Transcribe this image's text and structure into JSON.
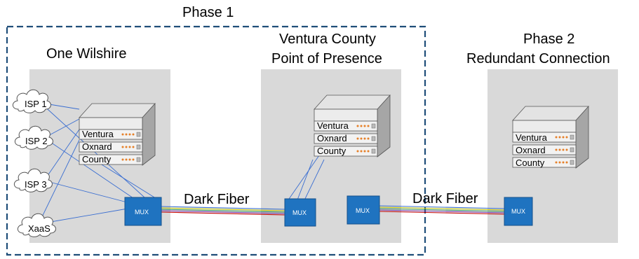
{
  "phase1": {
    "title": "Phase 1"
  },
  "sites": {
    "one_wilshire": {
      "title": "One Wilshire"
    },
    "ventura_pop": {
      "title_line1": "Ventura County",
      "title_line2": "Point of Presence"
    },
    "phase2": {
      "title_line1": "Phase 2",
      "title_line2": "Redundant Connection"
    }
  },
  "clouds": [
    "ISP 1",
    "ISP 2",
    "ISP 3",
    "XaaS"
  ],
  "server_labels": [
    "Ventura",
    "Oxnard",
    "County"
  ],
  "mux_label": "MUX",
  "links": {
    "left": "Dark Fiber",
    "right": "Dark Fiber"
  },
  "colors": {
    "site_box": "#d9d9d9",
    "mux_fill": "#1f73c0",
    "phase_border": "#1f4e79",
    "link_line": "#3a6ed1"
  }
}
